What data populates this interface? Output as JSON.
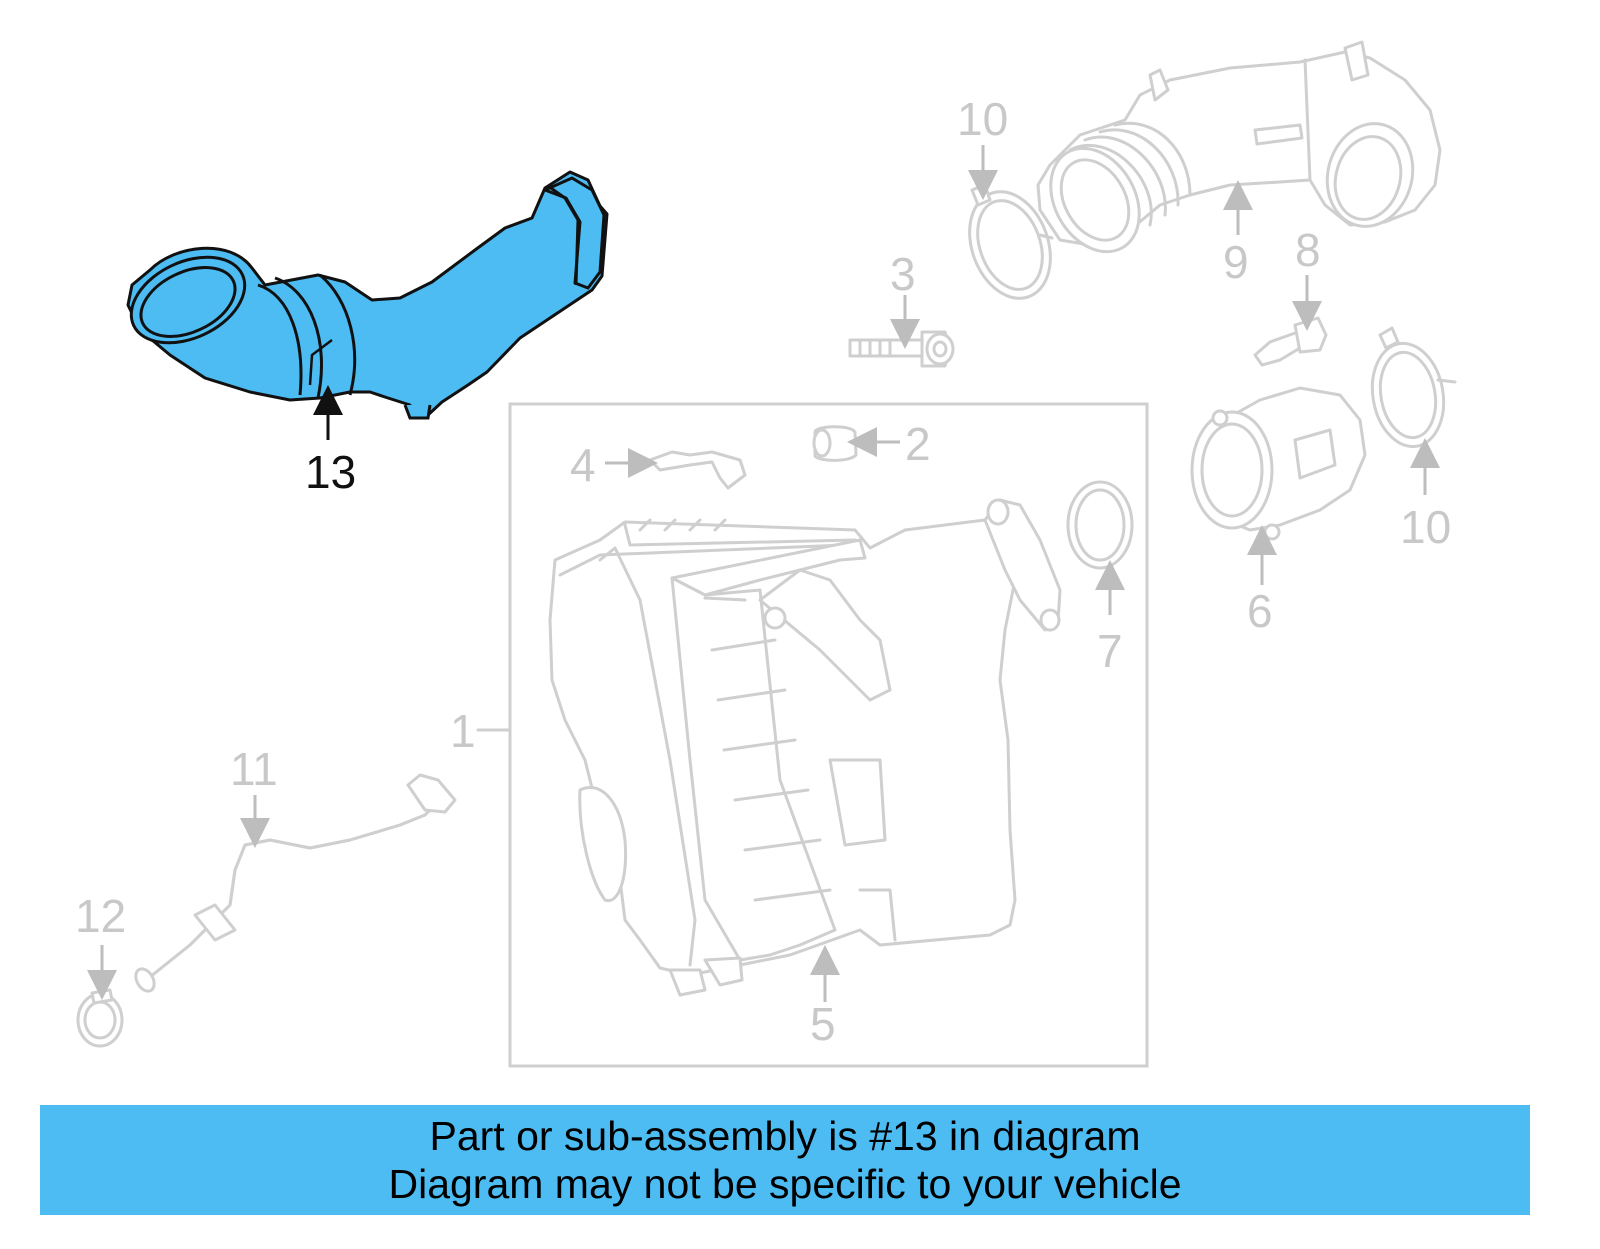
{
  "colors": {
    "highlight": "#4dbcf3",
    "ghost_stroke": "#cfcfcf",
    "callout_muted": "#c8c8c8",
    "banner_bg": "#4dbcf3"
  },
  "diagram": {
    "highlighted_part": "13",
    "callouts": [
      {
        "id": "c1",
        "label": "1"
      },
      {
        "id": "c2",
        "label": "2"
      },
      {
        "id": "c3",
        "label": "3"
      },
      {
        "id": "c4",
        "label": "4"
      },
      {
        "id": "c5",
        "label": "5"
      },
      {
        "id": "c6",
        "label": "6"
      },
      {
        "id": "c7",
        "label": "7"
      },
      {
        "id": "c8",
        "label": "8"
      },
      {
        "id": "c9",
        "label": "9"
      },
      {
        "id": "c10a",
        "label": "10"
      },
      {
        "id": "c10b",
        "label": "10"
      },
      {
        "id": "c11",
        "label": "11"
      },
      {
        "id": "c12",
        "label": "12"
      },
      {
        "id": "c13",
        "label": "13"
      }
    ]
  },
  "banner": {
    "line1": "Part or sub-assembly is #13 in diagram",
    "line2": "Diagram may not be specific to your vehicle"
  }
}
